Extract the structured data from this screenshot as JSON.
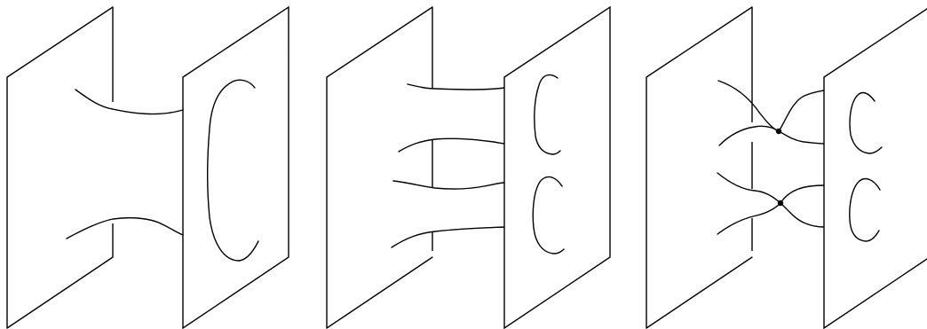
{
  "figure": {
    "background": "#ffffff",
    "stroke_color": "#000000",
    "panel_count": 3
  },
  "panels": [
    {
      "id": "panel-1",
      "description_key": "two-strands-across-planes"
    },
    {
      "id": "panel-2",
      "description_key": "three-strands-split-arcs"
    },
    {
      "id": "panel-3",
      "description_key": "strands-with-crossing-nodes"
    }
  ]
}
